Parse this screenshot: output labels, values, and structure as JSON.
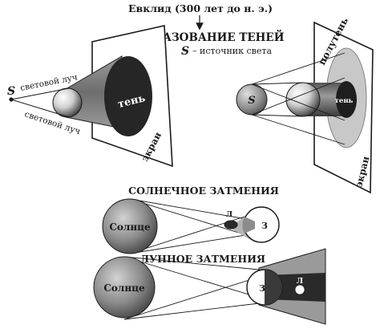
{
  "top_caption": "Евклид (300 лет до н. э.)",
  "heading": "ОБРАЗОВАНИЕ ТЕНЕЙ",
  "source_symbol": "S",
  "source_caption": "– источник света",
  "left_diagram": {
    "source_label": "S",
    "ray_upper_label": "световой луч",
    "ray_lower_label": "световой луч",
    "shadow_label": "тень",
    "screen_label": "экран"
  },
  "right_diagram": {
    "source_label": "S",
    "penumbra_label": "полутень",
    "shadow_label": "тень",
    "screen_label": "экран"
  },
  "solar_eclipse": {
    "title": "СОЛНЕЧНОЕ ЗАТМЕНИЯ",
    "sun_label": "Солнце",
    "moon_label": "Л",
    "earth_label": "З"
  },
  "lunar_eclipse": {
    "title": "ЛУННОЕ ЗАТМЕНИЯ",
    "sun_label": "Солнце",
    "earth_label": "З",
    "moon_label": "Л"
  },
  "colors": {
    "ink": "#1a1a1a",
    "shadow": "#2b2b2b",
    "cone": "#7a7a7a",
    "penumbra": "#c8c8c8",
    "sun": "#8a8a8a"
  }
}
